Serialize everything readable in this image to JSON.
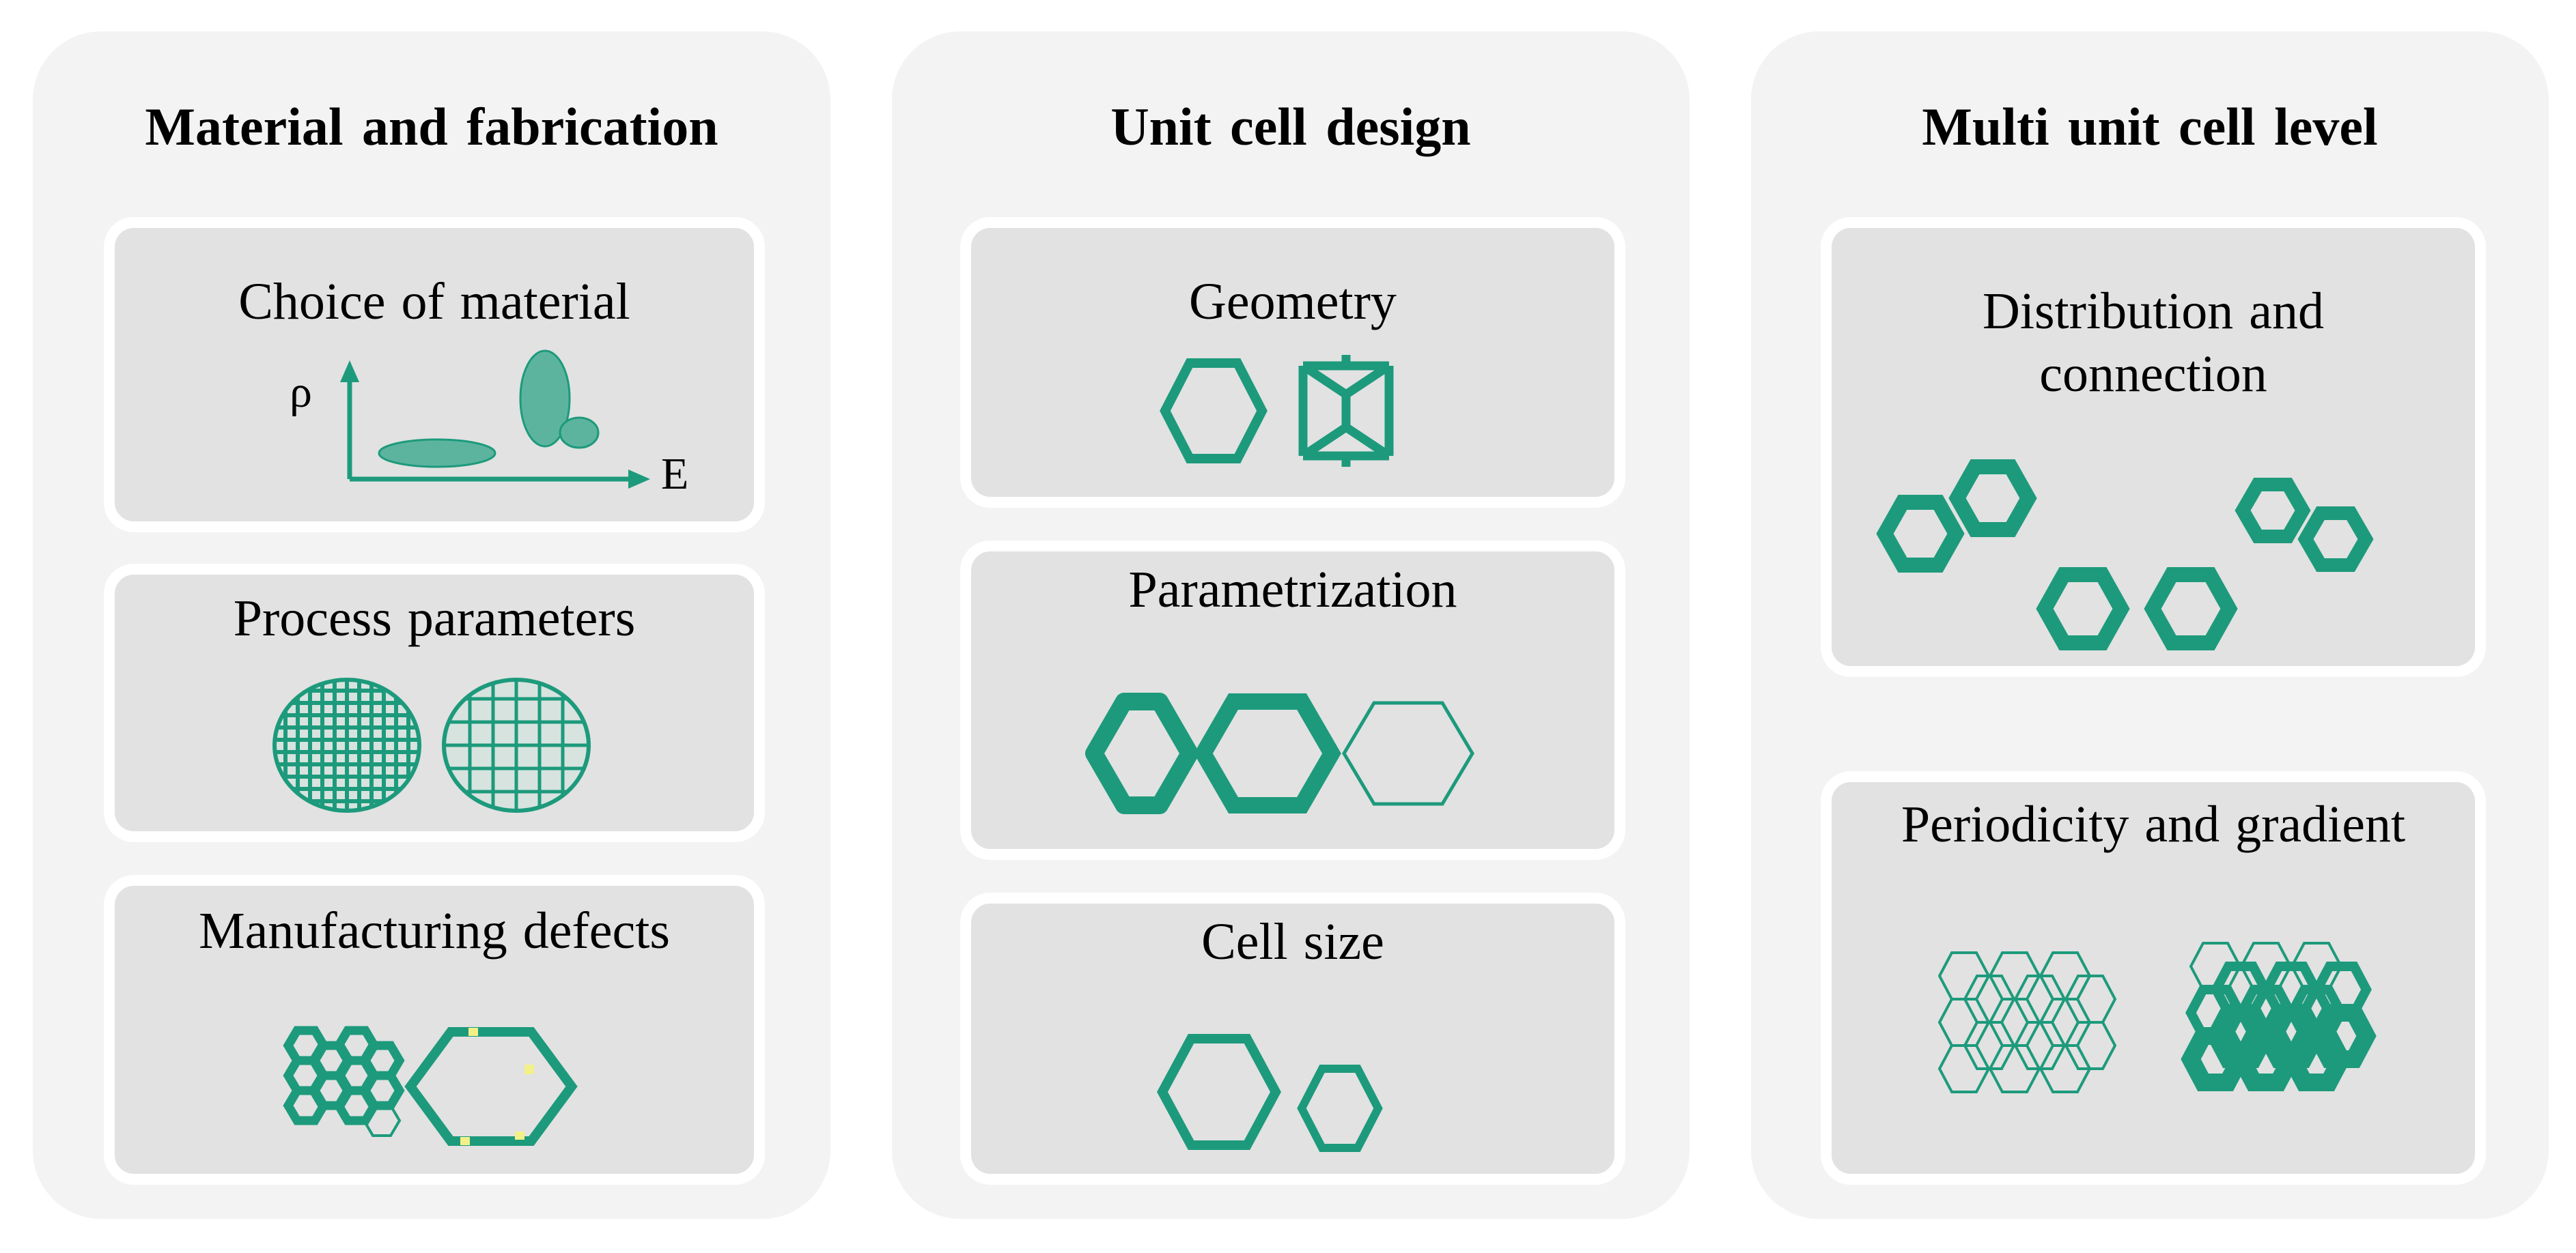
{
  "colors": {
    "teal": "#1d9a7c",
    "panel": "#f3f3f3",
    "card": "#e1e2e1",
    "defect": "#f3f08a"
  },
  "columns": [
    {
      "title": "Material  and  fabrication",
      "cards": [
        {
          "title": "Choice of material",
          "axis_y": "ρ",
          "axis_x": "E"
        },
        {
          "title": "Process parameters"
        },
        {
          "title": "Manufacturing defects"
        }
      ]
    },
    {
      "title": "Unit  cell  design",
      "cards": [
        {
          "title": "Geometry"
        },
        {
          "title": "Parametrization"
        },
        {
          "title": "Cell size"
        }
      ]
    },
    {
      "title": "Multi  unit cell level",
      "cards": [
        {
          "title_lines": [
            "Distribution and",
            "connection"
          ]
        },
        {
          "title": "Periodicity  and gradient"
        }
      ]
    }
  ]
}
